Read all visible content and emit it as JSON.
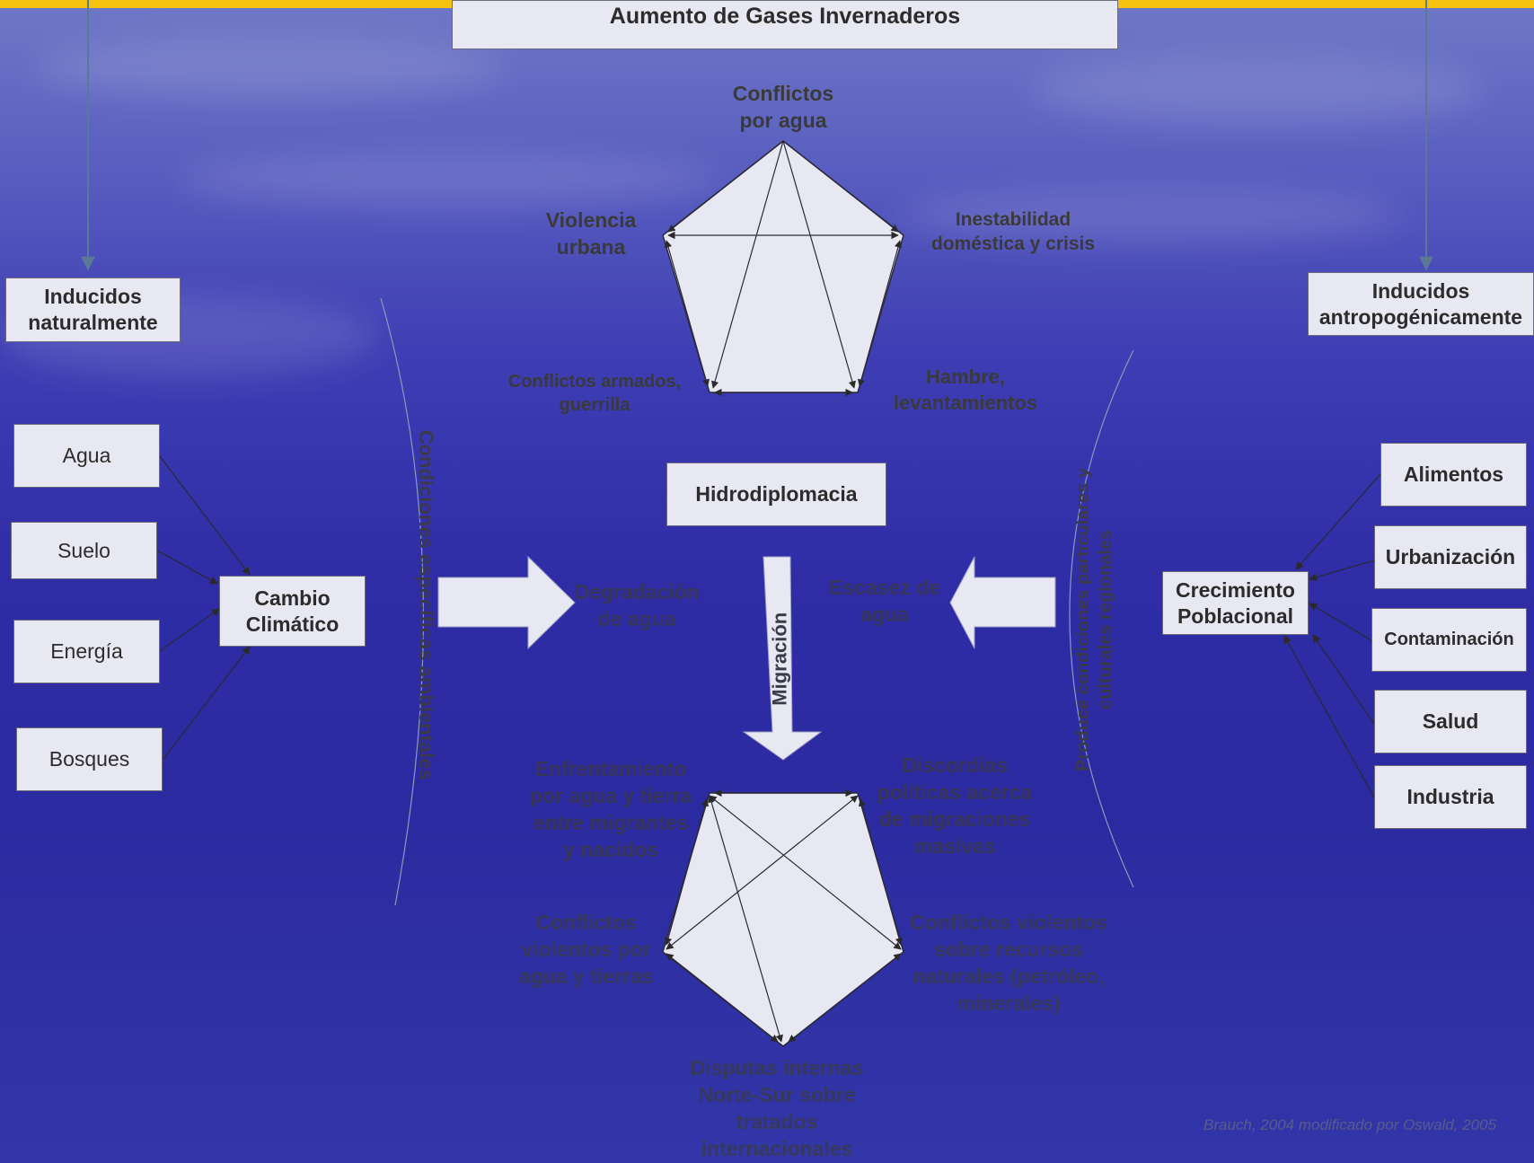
{
  "title": "Aumento de  Gases Invernaderos",
  "left": {
    "heading": "Inducidos naturalmente",
    "items": [
      "Agua",
      "Suelo",
      "Energía",
      "Bosques"
    ],
    "hub": "Cambio Climático"
  },
  "right": {
    "heading": "Inducidos antropogénicamente",
    "items": [
      "Alimentos",
      "Urbanización",
      "Contaminación",
      "Salud",
      "Industria"
    ],
    "hub": "Crecimiento Poblacional"
  },
  "side_labels": {
    "left": "Condiciones específicas ambientales",
    "right": "Produce condiciones particulares y culturales regionales"
  },
  "top_pentagon": {
    "top": "Conflictos por agua",
    "upper_left": "Violencia urbana",
    "upper_right": "Inestabilidad doméstica y crisis",
    "lower_left": "Conflictos armados, guerrilla",
    "lower_right": "Hambre, levantamientos"
  },
  "center": {
    "hydro": "Hidrodiplomacia",
    "degradation": "Degradación de agua",
    "scarcity": "Escasez de agua",
    "migration": "Migración"
  },
  "bottom_pentagon": {
    "upper_left": "Enfrentamiento por agua y tierra entre migrantes y nacidos",
    "upper_right": "Discordias políticas acerca de migraciones masivas",
    "left": "Conflictos violentos por agua y tierras",
    "right": "Conflictos violentos sobre recursos naturales (petróleo, minerales)",
    "bottom": "Disputas internas Norte-Sur sobre tratados internacionales"
  },
  "credit": "Brauch, 2004 modificado por Oswald, 2005",
  "colors": {
    "top_bar": "#f5c20f",
    "box_fill": "#e8e8f2",
    "background": "#2f2ca6"
  }
}
